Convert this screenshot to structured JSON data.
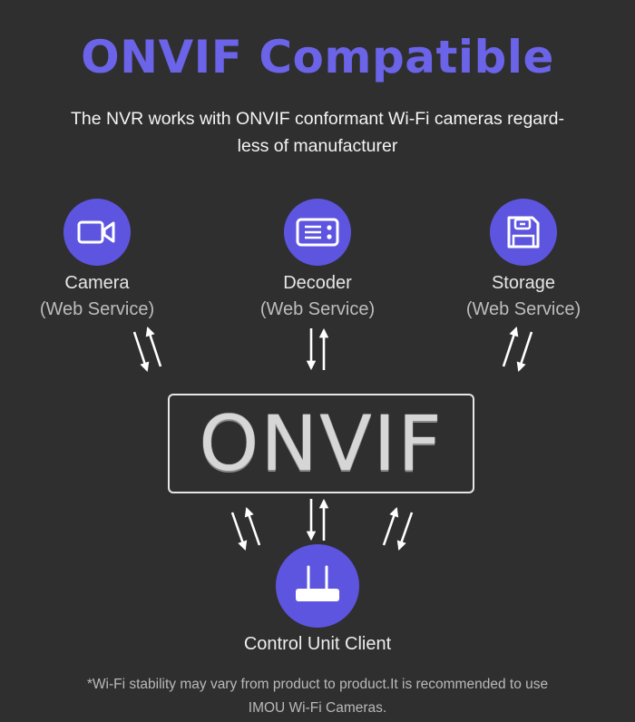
{
  "header": {
    "title": "ONVIF Compatible",
    "subtitle_line1": "The NVR works with ONVIF conformant Wi-Fi cameras regard-",
    "subtitle_line2": "less of manufacturer"
  },
  "services": [
    {
      "label": "Camera",
      "sub": "(Web Service)",
      "icon": "video-camera-icon"
    },
    {
      "label": "Decoder",
      "sub": "(Web Service)",
      "icon": "decoder-icon"
    },
    {
      "label": "Storage",
      "sub": "(Web Service)",
      "icon": "floppy-disk-icon"
    }
  ],
  "center": {
    "label": "ONVIF"
  },
  "client": {
    "label": "Control Unit Client",
    "icon": "router-icon"
  },
  "footnote": {
    "line1": "*Wi-Fi stability may vary from product to product.It is recommended to use",
    "line2": "IMOU Wi-Fi Cameras."
  },
  "colors": {
    "accent": "#5d55df",
    "title": "#6b63e8",
    "background": "#2f2f30"
  }
}
